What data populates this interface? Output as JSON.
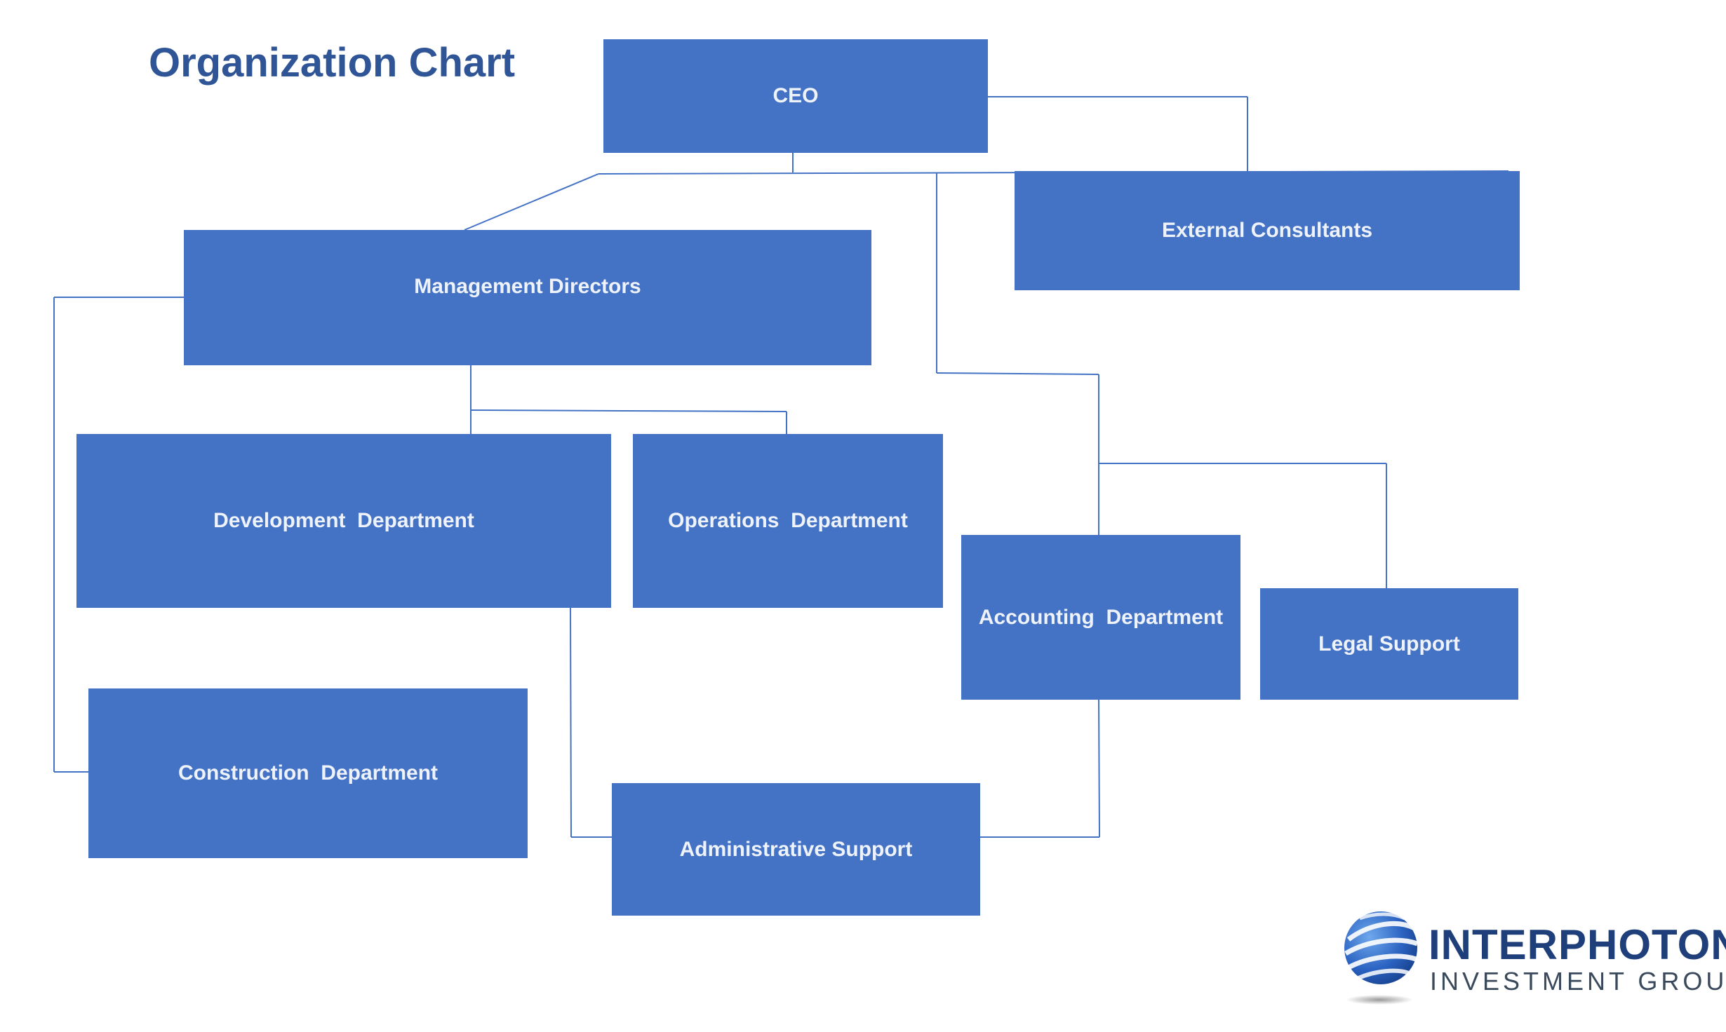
{
  "title": "Organization Chart",
  "colors": {
    "box_fill": "#4472c4",
    "box_text": "#eef2fb",
    "connector": "#4472c4",
    "title": "#2f5597",
    "logo_name": "#1f3f7a",
    "logo_sub": "#3a4a5c"
  },
  "nodes": {
    "ceo": "CEO",
    "external_consultants": "External Consultants",
    "management_directors": "Management Directors",
    "development_department": "Development  Department",
    "operations_department": "Operations  Department",
    "accounting_department": "Accounting  Department",
    "legal_support": "Legal Support",
    "construction_department": "Construction  Department",
    "administrative_support": "Administrative Support"
  },
  "logo": {
    "name": "INTERPHOTON",
    "subtitle": "INVESTMENT GROUP",
    "icon": "globe-logo-icon"
  }
}
